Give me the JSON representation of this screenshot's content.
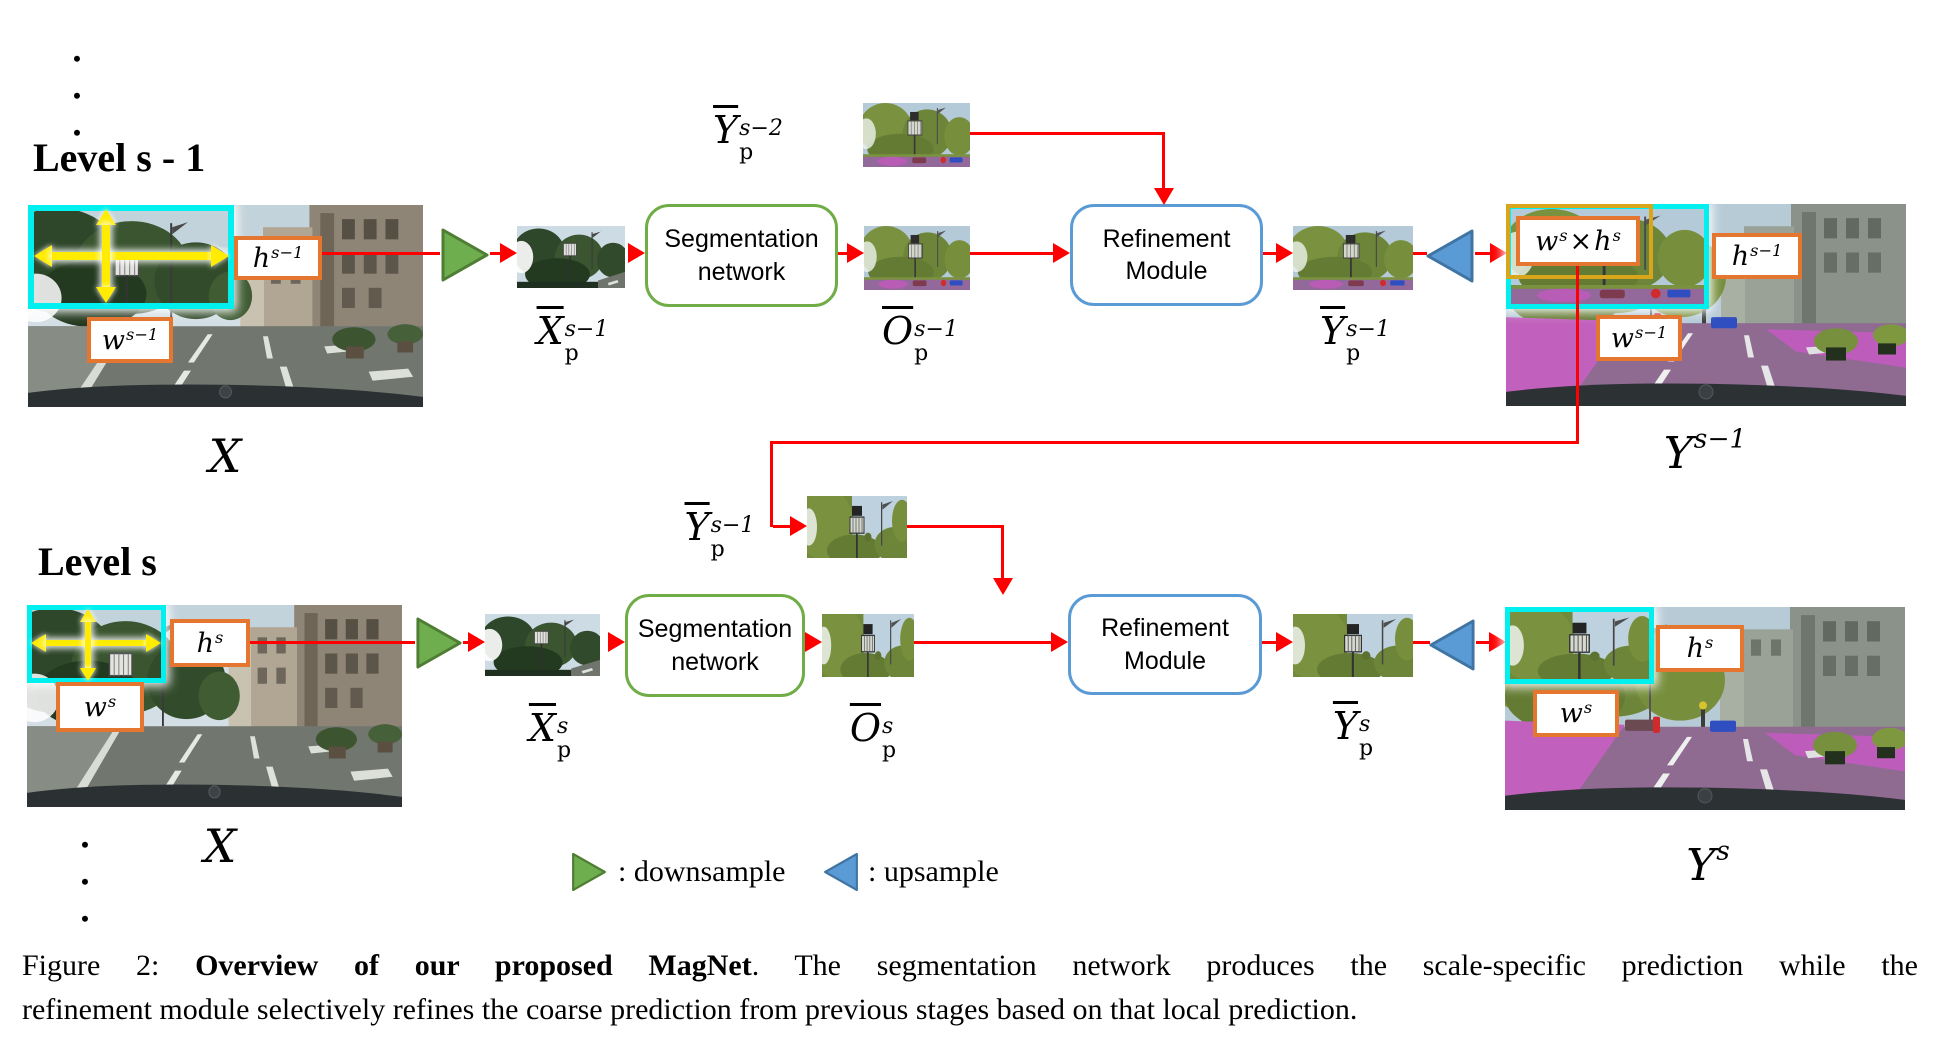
{
  "figure": {
    "ellipsis_dot": "•",
    "level1_title": "Level s - 1",
    "level2_title": "Level s",
    "segmentation_box": {
      "line1": "Segmentation",
      "line2": "network"
    },
    "refinement_box": {
      "line1": "Refinement",
      "line2": "Module"
    },
    "legend": {
      "downsample": ": downsample",
      "upsample": ": upsample"
    },
    "caption": {
      "prefix": "Figure 2: ",
      "bold": "Overview of our proposed MagNet",
      "line1_rest": ". The segmentation network produces the scale-specific prediction while the",
      "line2": "refinement module selectively refines the coarse prediction from previous stages based on that local prediction."
    },
    "colors": {
      "arrow_red": "#fe0000",
      "downsample_green": "#6fae4e",
      "upsample_blue": "#5b9bd5",
      "label_border_orange": "#e4762f",
      "crop_box_cyan": "#00efef",
      "scale_box_gold": "#d9a61b",
      "crop_arrow_yellow": "#ffec00",
      "segmentation_box_green": "#70ad47",
      "refinement_box_blue": "#5b9bd5"
    },
    "math": {
      "h_sm1": {
        "parts": [
          {
            "base": "h",
            "sup": "s−1"
          }
        ]
      },
      "w_sm1": {
        "parts": [
          {
            "base": "w",
            "sup": "s−1"
          }
        ]
      },
      "h_s": {
        "parts": [
          {
            "base": "h",
            "sup": "s"
          }
        ]
      },
      "w_s": {
        "parts": [
          {
            "base": "w",
            "sup": "s"
          }
        ]
      },
      "ws_x_hs": {
        "parts": [
          {
            "base": "w",
            "sup": "s"
          },
          {
            "text": "×"
          },
          {
            "base": "h",
            "sup": "s"
          }
        ]
      },
      "X_input": {
        "parts": [
          {
            "base": "X"
          }
        ]
      },
      "Xbar_p_sm1": {
        "parts": [
          {
            "base": "X",
            "bar": true,
            "sup": "s−1",
            "sub": "p"
          }
        ]
      },
      "Obar_p_sm1": {
        "parts": [
          {
            "base": "O",
            "bar": true,
            "sup": "s−1",
            "sub": "p"
          }
        ]
      },
      "Ybar_p_sm2": {
        "parts": [
          {
            "base": "Y",
            "bar": true,
            "sup": "s−2",
            "sub": "p"
          }
        ]
      },
      "Ybar_p_sm1": {
        "parts": [
          {
            "base": "Y",
            "bar": true,
            "sup": "s−1",
            "sub": "p"
          }
        ]
      },
      "Xbar_p_s": {
        "parts": [
          {
            "base": "X",
            "bar": true,
            "sup": "s",
            "sub": "p"
          }
        ]
      },
      "Obar_p_s": {
        "parts": [
          {
            "base": "O",
            "bar": true,
            "sup": "s",
            "sub": "p"
          }
        ]
      },
      "Ybar_p_s": {
        "parts": [
          {
            "base": "Y",
            "bar": true,
            "sup": "s",
            "sub": "p"
          }
        ]
      },
      "Y_sm1": {
        "parts": [
          {
            "base": "Y",
            "sup": "s−1"
          }
        ]
      },
      "Y_s": {
        "parts": [
          {
            "base": "Y",
            "sup": "s"
          }
        ]
      }
    }
  }
}
